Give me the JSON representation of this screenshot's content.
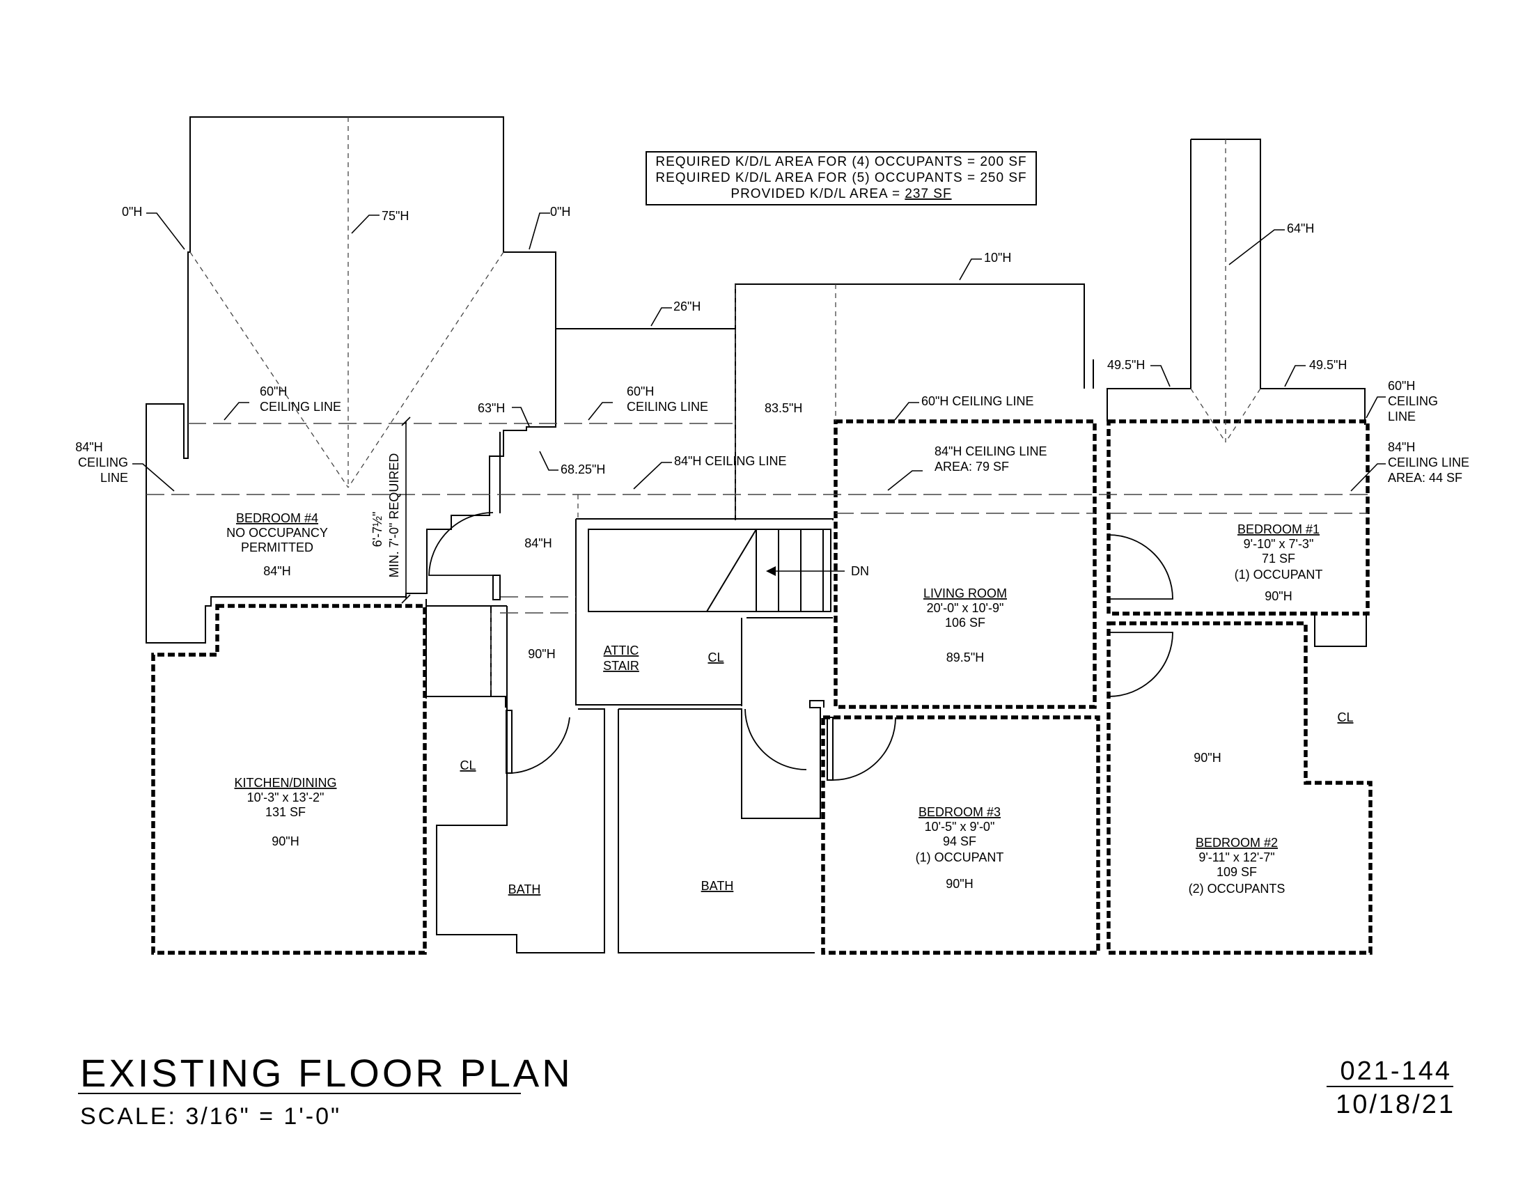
{
  "title": "EXISTING FLOOR PLAN",
  "scale": "SCALE: 3/16\" = 1'-0\"",
  "project_no": "021-144",
  "date": "10/18/21",
  "note": {
    "line1": "REQUIRED K/D/L AREA FOR (4) OCCUPANTS = 200 SF",
    "line2": "REQUIRED K/D/L AREA FOR (5) OCCUPANTS = 250 SF",
    "line3_prefix": "PROVIDED K/D/L AREA = ",
    "line3_value": "237 SF"
  },
  "rooms": {
    "bedroom4": {
      "name": "BEDROOM #4",
      "line1": "NO OCCUPANCY",
      "line2": "PERMITTED",
      "height": "84\"H"
    },
    "kitchen": {
      "name": "KITCHEN/DINING",
      "dims": "10'-3\" x 13'-2\"",
      "area": "131 SF",
      "height": "90\"H"
    },
    "living": {
      "name": "LIVING ROOM",
      "dims": "20'-0\" x 10'-9\"",
      "area": "106 SF",
      "height": "89.5\"H",
      "ceiling": "84\"H CEILING LINE",
      "ceiling_area": "AREA: 79 SF"
    },
    "bedroom1": {
      "name": "BEDROOM #1",
      "dims": "9'-10\" x 7'-3\"",
      "area": "71 SF",
      "occ": "(1) OCCUPANT",
      "height": "90\"H"
    },
    "bedroom3": {
      "name": "BEDROOM #3",
      "dims": "10'-5\" x 9'-0\"",
      "area": "94 SF",
      "occ": "(1) OCCUPANT",
      "height": "90\"H"
    },
    "bedroom2": {
      "name": "BEDROOM #2",
      "dims": "9'-11\" x 12'-7\"",
      "area": "109 SF",
      "occ": "(2) OCCUPANTS",
      "height": "90\"H"
    },
    "attic_stair_1": "ATTIC",
    "attic_stair_2": "STAIR",
    "bath": "BATH",
    "closet": "CL",
    "stair_dn": "DN"
  },
  "heights": {
    "h0": "0\"H",
    "h75": "75\"H",
    "h26": "26\"H",
    "h10": "10\"H",
    "h64": "64\"H",
    "h495": "49.5\"H",
    "h60": "60\"H",
    "ceiling_line": "CEILING LINE",
    "ceiling": "CEILING",
    "line": "LINE",
    "h84": "84\"H",
    "h63": "63\"H",
    "h6825": "68.25\"H",
    "h835": "83.5\"H",
    "ceil60": "60\"H CEILING LINE",
    "ceil84": "84\"H CEILING LINE",
    "h90": "90\"H",
    "area44": "AREA: 44 SF",
    "min_clear": "MIN. 7'-0\" REQUIRED",
    "clear_dim": "6'-7½\""
  }
}
